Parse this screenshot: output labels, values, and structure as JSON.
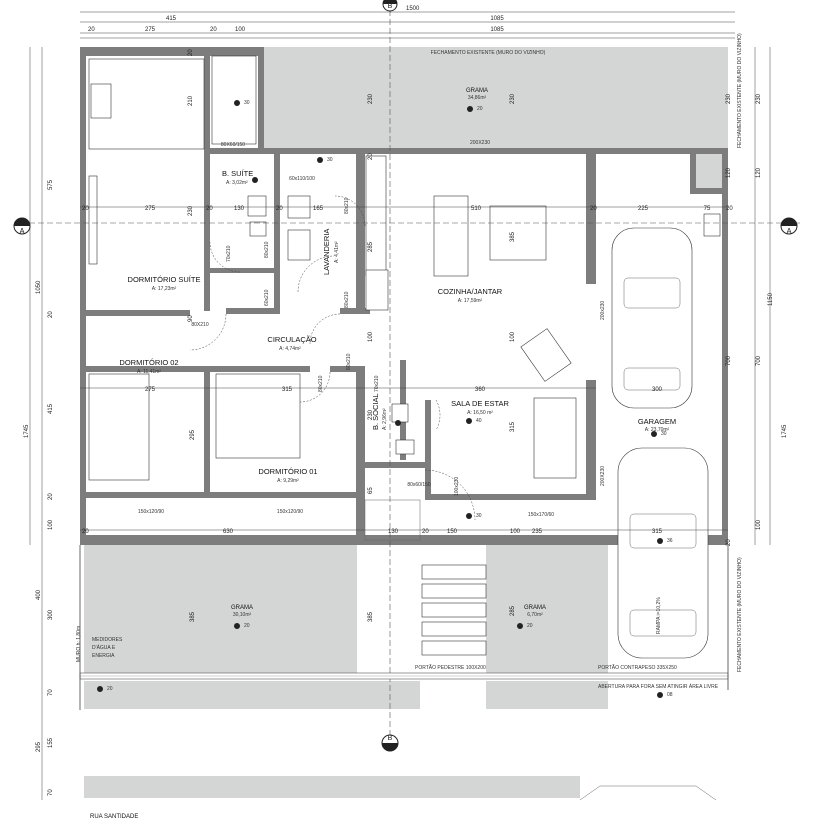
{
  "rooms": {
    "dorm_suite": {
      "name": "DORMITÓRIO SUÍTE",
      "area": "A: 17,23m²"
    },
    "b_suite": {
      "name": "B. SUÍTE",
      "area": "A: 3,02m²"
    },
    "lavanderia": {
      "name": "LAVANDERIA",
      "area": "A: 4,41m²"
    },
    "cozinha": {
      "name": "COZINHA/JANTAR",
      "area": "A: 17,59m²"
    },
    "circulacao": {
      "name": "CIRCULAÇÃO",
      "area": "A: 4,74m²"
    },
    "dorm02": {
      "name": "DORMITÓRIO 02",
      "area": "A: 11,41m²"
    },
    "dorm01": {
      "name": "DORMITÓRIO 01",
      "area": "A: 9,29m²"
    },
    "b_social": {
      "name": "B. SOCIAL",
      "area": "A: 2,96m²"
    },
    "sala": {
      "name": "SALA DE ESTAR",
      "area": "A: 16,50 m²"
    },
    "garagem": {
      "name": "GARAGEM",
      "area": "A: 23,70m²"
    },
    "grama_top": {
      "name": "GRAMA",
      "area": "34,86m²"
    },
    "grama_front": {
      "name": "GRAMA",
      "area": "30,10m²"
    },
    "grama_small": {
      "name": "GRAMA",
      "area": "6,70m²"
    }
  },
  "labels": {
    "fech_top": "FECHAMENTO EXISTENTE (MURO DO VIZINHO)",
    "fech_right": "FECHAMENTO EXISTENTE (MURO DO VIZINHO)",
    "fech_right2": "FECHAMENTO EXISTENTE (MURO DO VIZINHO)",
    "portao_pedestre": "PORTÃO PEDESTRE 100X200",
    "portao_contrapeso": "PORTÃO CONTRAPESO 335X250",
    "abertura": "ABERTURA PARA FORA SEM ATINGIR ÁREA LIVRE",
    "rampa": "RAMPA i=10,2%",
    "rua": "RUA SANTIDADE",
    "medidores_1": "MEDIDORES",
    "medidores_2": "D'ÁGUA E",
    "medidores_3": "ENERGIA",
    "muro": "MURO h: 1,80m",
    "section_a": "A",
    "section_b": "B"
  },
  "levels": {
    "l30": "30",
    "l40": "40",
    "l20": "20",
    "l08": "08",
    "l36": "36"
  },
  "openings": {
    "j200x230": "200X230",
    "j80x60_150": "80X60/150",
    "j60x110_100": "60x110/100",
    "j150x120_90_a": "150x120/90",
    "j150x120_90_b": "150x120/90",
    "j150x170_60": "150x170/60",
    "j80x60_150b": "80x60/150",
    "p80x210_a": "80X210",
    "p60x210_a": "60x210",
    "p80x210_b": "80x210",
    "p70x210": "70x210",
    "p80x210_c": "80x210",
    "p80x210_d": "80x210",
    "p80x210_e": "80x210",
    "p80x210_f": "80x210",
    "p70x210_b": "70x210",
    "p100x230": "100x230",
    "p200x230_v": "200x230",
    "p200x230_lbl": "200X230"
  },
  "dims_top": {
    "total": "1500",
    "d415": "415",
    "d1085_a": "1085",
    "d20_a": "20",
    "d275": "275",
    "d20_b": "20",
    "d100": "100",
    "d1085_b": "1085"
  },
  "dims_internal": {
    "h275_a": "275",
    "h20_a": "20",
    "h130": "130",
    "h20_b": "20",
    "h165": "165",
    "h20_c": "20",
    "h510": "510",
    "h225": "225",
    "h75": "75",
    "h20_d": "20",
    "h20_e": "20",
    "h275_b": "275",
    "h315": "315",
    "h360": "360",
    "h300": "300",
    "h630": "630",
    "h130_b": "130",
    "h150": "150",
    "h235": "235",
    "h315_b": "315",
    "h20_f": "20",
    "h100": "100",
    "h20_g": "20",
    "v230_a": "230",
    "v230_b": "230",
    "v230_c": "230",
    "v210": "210",
    "v230_d": "230",
    "v285": "285",
    "v385": "385",
    "v100_a": "100",
    "v100_b": "100",
    "v295": "295",
    "v315": "315",
    "v230_e": "230",
    "v65": "65",
    "v385_b": "385",
    "v385_c": "385",
    "v285_b": "285",
    "v20_a": "20",
    "v20_b": "20",
    "v90": "90",
    "v120": "120",
    "v700": "700",
    "v20_c": "20"
  },
  "dims_left": {
    "outer": "1745",
    "d1050": "1050",
    "d575": "575",
    "d20_a": "20",
    "d415": "415",
    "d20_b": "20",
    "d400": "400",
    "d300": "300",
    "d100": "100",
    "d70_a": "70",
    "d295": "295",
    "d155": "155",
    "d70_b": "70"
  },
  "dims_right": {
    "outer": "1745",
    "d1150": "1150",
    "d230": "230",
    "d120": "120",
    "d700": "700",
    "d100": "100"
  }
}
